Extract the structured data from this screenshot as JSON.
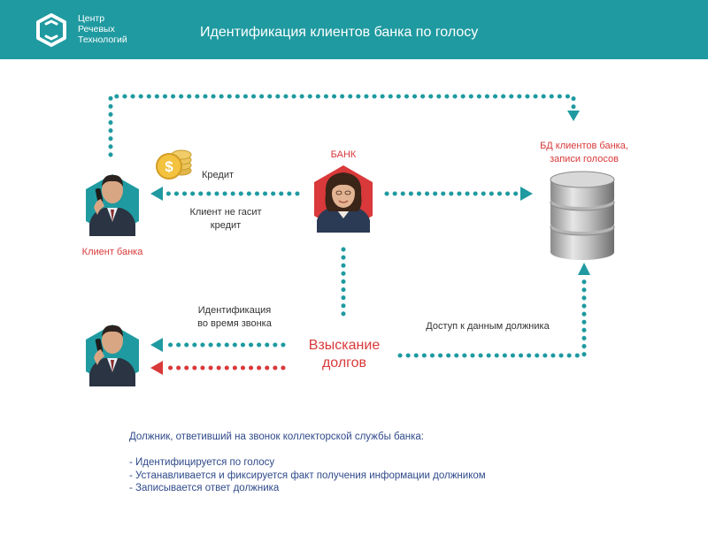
{
  "header": {
    "logo_lines": [
      "Центр",
      "Речевых",
      "Технологий"
    ],
    "title": "Идентификация клиентов банка по голосу"
  },
  "diagram": {
    "nodes": {
      "client": "Клиент банка",
      "bank": "БАНК",
      "db_line1": "БД клиентов банка,",
      "db_line2": "записи голосов"
    },
    "edges": {
      "credit": "Кредит",
      "not_paying_line1": "Клиент не гасит",
      "not_paying_line2": "кредит",
      "identification_line1": "Идентификация",
      "identification_line2": "во время звонка",
      "collection_line1": "Взыскание",
      "collection_line2": "долгов",
      "access": "Доступ к данным должника"
    },
    "icons": {
      "coin": "dollar-coins-icon",
      "client_top": "person-phone-icon",
      "client_bottom": "person-phone-icon",
      "bank": "bank-employee-icon",
      "db": "database-icon"
    },
    "colors": {
      "teal": "#1f9aa0",
      "red": "#d9393a",
      "navy": "#2f4a8a"
    }
  },
  "description": {
    "heading": "Должник, ответивший на звонок  коллекторской службы банка:",
    "items": [
      "- Идентифицируется по голосу",
      "- Устанавливается и фиксируется факт  получения информации должником",
      "- Записывается ответ должника"
    ]
  }
}
